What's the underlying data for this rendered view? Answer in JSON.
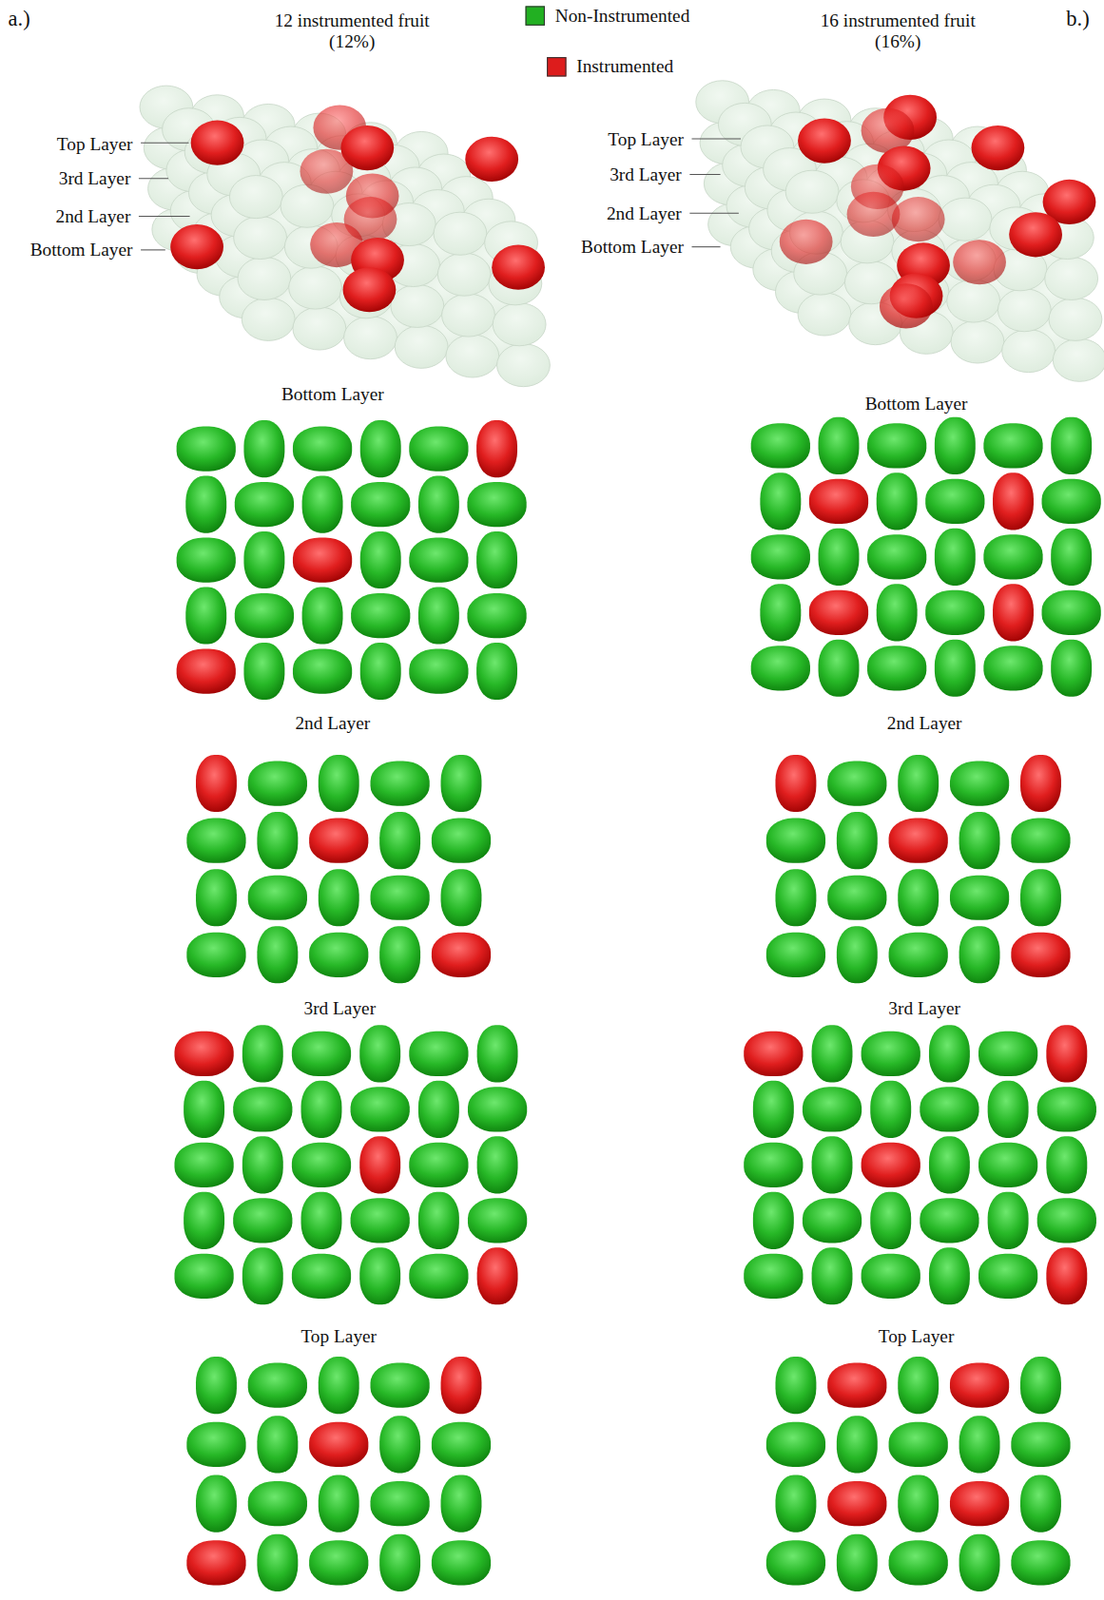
{
  "diagram": {
    "labels": [
      "a.)",
      "12 instrumented fruit (12%)",
      "16 instrumented fruit (16%)",
      "b.)",
      "Top Layer",
      "3rd Layer",
      "2nd Layer",
      "Bottom Layer",
      "Top Layer",
      "3rd Layer",
      "2nd Layer",
      "Bottom Layer",
      "Bottom Layer",
      "Bottom Layer",
      "2nd Layer",
      "2nd Layer",
      "3rd Layer",
      "3rd Layer",
      "Top Layer",
      "Top Layer"
    ],
    "legend": [
      {
        "text": "Non-Instrumented",
        "color": "#22b022"
      },
      {
        "text": "Instrumented",
        "color": "#dd1c1c"
      }
    ]
  }
}
